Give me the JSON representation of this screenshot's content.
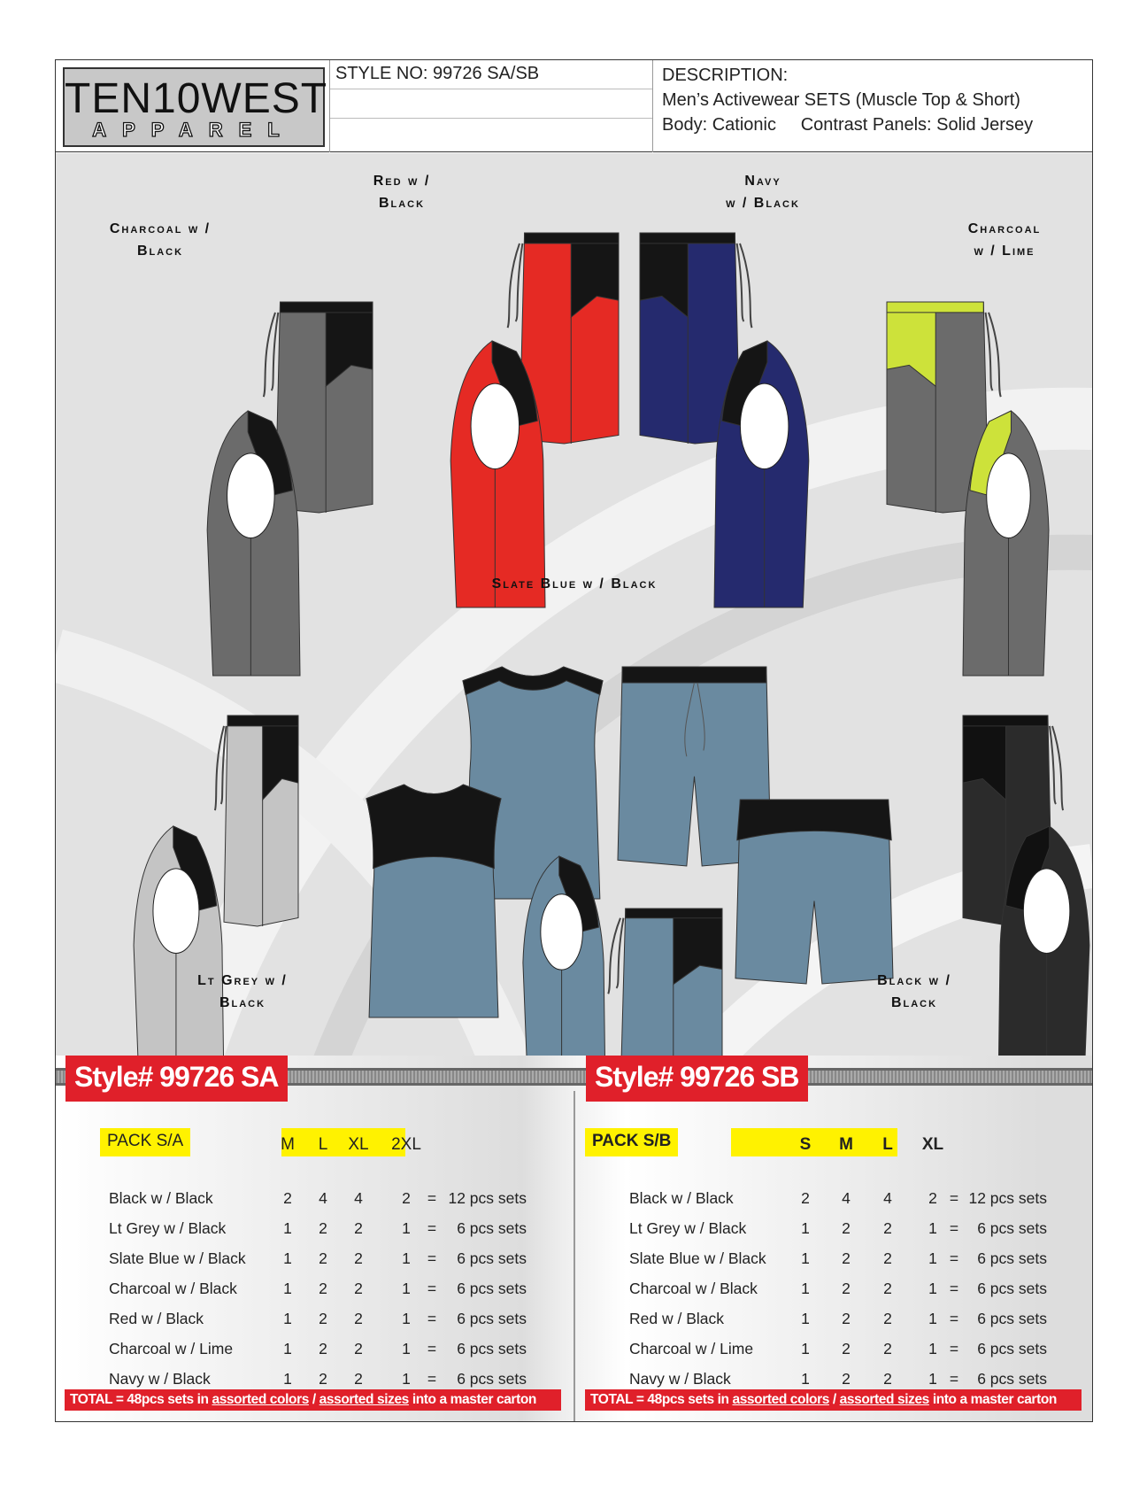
{
  "header": {
    "logo_top": "TEN10WEST",
    "logo_bottom": "APPAREL",
    "style_no": "STYLE NO:  99726 SA/SB",
    "description_label": "DESCRIPTION:",
    "description_line1": "Men’s Activewear SETS (Muscle Top & Short)",
    "description_line2": "Body: Cationic     Contrast Panels: Solid Jersey"
  },
  "garments": [
    {
      "label": [
        "Charcoal w /",
        "Black"
      ],
      "body": "#6b6b6b",
      "contrast": "#151515"
    },
    {
      "label": [
        "Red w /",
        "Black"
      ],
      "body": "#e52a24",
      "contrast": "#151515"
    },
    {
      "label": [
        "Navy",
        "w / Black"
      ],
      "body": "#252a6e",
      "contrast": "#151515"
    },
    {
      "label": [
        "Charcoal",
        "w / Lime"
      ],
      "body": "#6b6b6b",
      "contrast": "#cde23a"
    },
    {
      "label": [
        "Lt Grey w /",
        "Black"
      ],
      "body": "#c4c4c4",
      "contrast": "#151515"
    },
    {
      "label": [
        "Black w /",
        "Black"
      ],
      "body": "#2b2b2b",
      "contrast": "#111111"
    },
    {
      "label": [
        "Slate Blue w / Black"
      ],
      "body": "#6a8aa0",
      "contrast": "#151515"
    }
  ],
  "tables": [
    {
      "banner": "Style# 99726 SA",
      "pack": "PACK S/A",
      "sizes": [
        "M",
        "L",
        "XL",
        "2XL"
      ],
      "rows": [
        [
          "Black w / Black",
          "2",
          "4",
          "4",
          "2",
          "=",
          "12 pcs sets"
        ],
        [
          "Lt Grey w / Black",
          "1",
          "2",
          "2",
          "1",
          "=",
          "6 pcs sets"
        ],
        [
          "Slate Blue w / Black",
          "1",
          "2",
          "2",
          "1",
          "=",
          "6 pcs sets"
        ],
        [
          "Charcoal w / Black",
          "1",
          "2",
          "2",
          "1",
          "=",
          "6 pcs sets"
        ],
        [
          "Red w / Black",
          "1",
          "2",
          "2",
          "1",
          "=",
          "6 pcs sets"
        ],
        [
          "Charcoal w / Lime",
          "1",
          "2",
          "2",
          "1",
          "=",
          "6 pcs sets"
        ],
        [
          "Navy w / Black",
          "1",
          "2",
          "2",
          "1",
          "=",
          "6 pcs sets"
        ]
      ],
      "total": {
        "prefix": "TOTAL = 48pcs sets in ",
        "u1": "assorted colors",
        "sep": " / ",
        "u2": "assorted sizes",
        "suffix": " into a master carton"
      }
    },
    {
      "banner": "Style# 99726 SB",
      "pack": "PACK S/B",
      "sizes": [
        "S",
        "M",
        "L",
        "XL"
      ],
      "rows": [
        [
          "Black w / Black",
          "2",
          "4",
          "4",
          "2",
          "=",
          "12 pcs sets"
        ],
        [
          "Lt Grey w / Black",
          "1",
          "2",
          "2",
          "1",
          "=",
          "6 pcs sets"
        ],
        [
          "Slate Blue w / Black",
          "1",
          "2",
          "2",
          "1",
          "=",
          "6 pcs sets"
        ],
        [
          "Charcoal w / Black",
          "1",
          "2",
          "2",
          "1",
          "=",
          "6 pcs sets"
        ],
        [
          "Red w / Black",
          "1",
          "2",
          "2",
          "1",
          "=",
          "6 pcs sets"
        ],
        [
          "Charcoal w / Lime",
          "1",
          "2",
          "2",
          "1",
          "=",
          "6 pcs sets"
        ],
        [
          "Navy w / Black",
          "1",
          "2",
          "2",
          "1",
          "=",
          "6 pcs sets"
        ]
      ],
      "total": {
        "prefix": "TOTAL = 48pcs sets in ",
        "u1": "assorted colors",
        "sep": " / ",
        "u2": "assorted sizes",
        "suffix": " into a master carton"
      }
    }
  ]
}
